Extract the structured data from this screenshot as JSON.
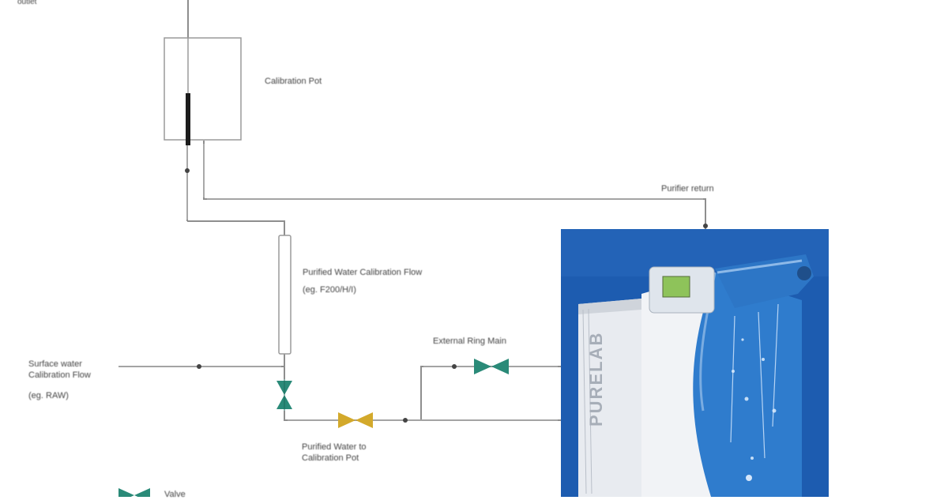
{
  "labels": {
    "top": "outlet",
    "calibration_pot": "Calibration Pot",
    "purifier_return": "Purifier return",
    "purified_flow_line1": "Purified Water Calibration Flow",
    "purified_flow_line2": "(eg. F200/H/I)",
    "external_ring_main": "External Ring Main",
    "surface_water_line1": "Surface water",
    "surface_water_line2": "Calibration Flow",
    "surface_water_line3": "(eg. RAW)",
    "purified_to_pot_line1": "Purified Water to",
    "purified_to_pot_line2": "Calibration Pot",
    "legend_valve": "Valve",
    "product_brand": "PURELAB"
  },
  "colors": {
    "pipe": "#8a8a8a",
    "valve_green": "#2a8a78",
    "valve_gold": "#c9a227",
    "product_bg": "#1e5fb0",
    "product_body": "#e9ecf1",
    "product_front": "#2f7bd0"
  },
  "icons": [
    "valve-icon",
    "flow-meter-icon",
    "calibration-pot-icon",
    "purelab-unit-image"
  ]
}
